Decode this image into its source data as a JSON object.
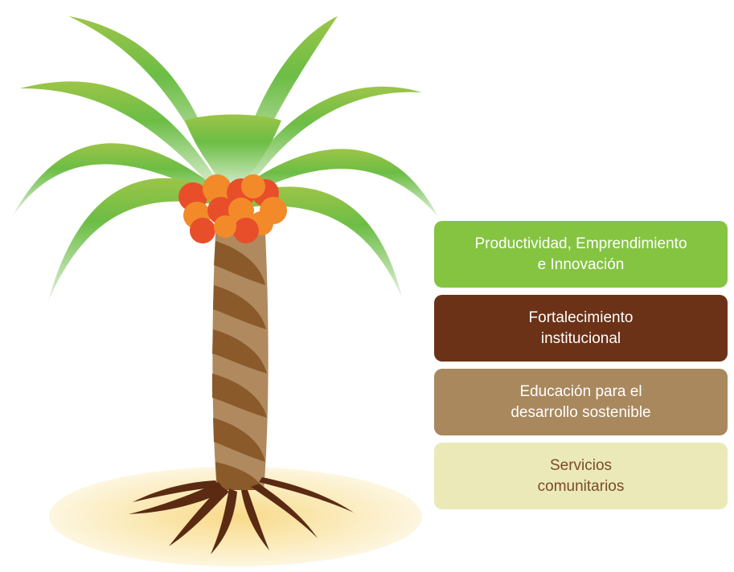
{
  "pillars": [
    {
      "label": "Productividad, Emprendimiento\ne Innovación",
      "bg": "#84c441",
      "fg": "#ffffff"
    },
    {
      "label": "Fortalecimiento\ninstitucional",
      "bg": "#6b3218",
      "fg": "#ffffff"
    },
    {
      "label": "Educación para el\ndesarrollo sostenible",
      "bg": "#a9885e",
      "fg": "#ffffff"
    },
    {
      "label": "Servicios\ncomunitarios",
      "bg": "#ebe9b8",
      "fg": "#7a4a2a"
    }
  ],
  "colors": {
    "leaf_top": "#9cc548",
    "leaf_bottom": "#e4f2de",
    "trunk_dark": "#8b5a2b",
    "trunk_light": "#b08a5e",
    "fruit_orange": "#f28a2a",
    "fruit_red": "#e84e2a",
    "roots": "#5a2b12",
    "sand": "#fbefc6"
  },
  "icons": [
    "palm-tree-icon"
  ]
}
